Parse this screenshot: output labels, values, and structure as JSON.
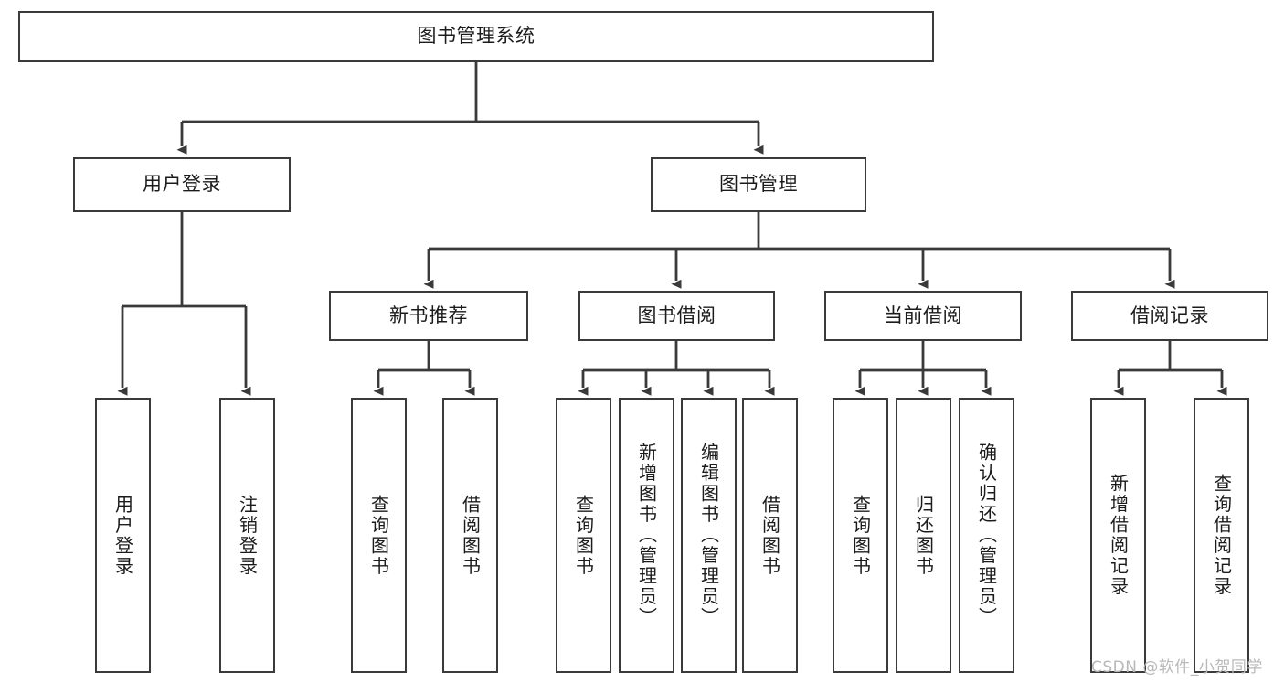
{
  "diagram": {
    "title": "图书管理系统",
    "type": "tree-hierarchy",
    "orientation": "top-down",
    "background_color": "#ffffff",
    "line_color": "#3a3a3a",
    "text_color": "#1b1b1b"
  },
  "nodes": {
    "root": {
      "label": "图书管理系统"
    },
    "level2": {
      "user_login": {
        "label": "用户登录"
      },
      "book_manage": {
        "label": "图书管理"
      }
    },
    "level3": {
      "new_book_rec": {
        "label": "新书推荐"
      },
      "book_borrow": {
        "label": "图书借阅"
      },
      "current_borrow": {
        "label": "当前借阅"
      },
      "borrow_record": {
        "label": "借阅记录"
      }
    },
    "leaves": {
      "user_login_children": [
        {
          "label": "用户登录"
        },
        {
          "label": "注销登录"
        }
      ],
      "new_book_rec_children": [
        {
          "label": "查询图书"
        },
        {
          "label": "借阅图书"
        }
      ],
      "book_borrow_children": [
        {
          "label": "查询图书"
        },
        {
          "label": "新增图书（管理员）"
        },
        {
          "label": "编辑图书（管理员）"
        },
        {
          "label": "借阅图书"
        }
      ],
      "current_borrow_children": [
        {
          "label": "查询图书"
        },
        {
          "label": "归还图书"
        },
        {
          "label": "确认归还（管理员）"
        }
      ],
      "borrow_record_children": [
        {
          "label": "新增借阅记录"
        },
        {
          "label": "查询借阅记录"
        }
      ]
    }
  },
  "watermark": {
    "text": "CSDN @软件_小贺同学"
  }
}
